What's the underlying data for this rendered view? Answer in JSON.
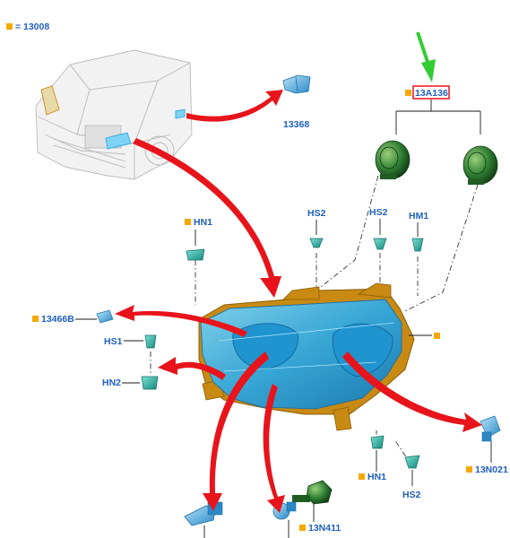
{
  "legend": {
    "value": "13008",
    "equals": "="
  },
  "highlighted_part": "13A136",
  "parts": {
    "p13368": "13368",
    "p13466B": "13466B",
    "p13N021": "13N021",
    "p13N411": "13N411"
  },
  "fasteners": {
    "hn1_top": "HN1",
    "hs2_a": "HS2",
    "hs2_b": "HS2",
    "hm1": "HM1",
    "hs1": "HS1",
    "hn2": "HN2",
    "hn1_bottom": "HN1",
    "hs2_bottom": "HS2"
  },
  "colors": {
    "callout_text": "#1f5fbf",
    "marker": "#f5a800",
    "arrow": "#e8141b",
    "highlight_box": "#e8141b",
    "pointer_arrow": "#33cc33",
    "lens": "#2fa8e0",
    "housing": "#c88a12",
    "bulb_holder": "#2e7d32"
  }
}
